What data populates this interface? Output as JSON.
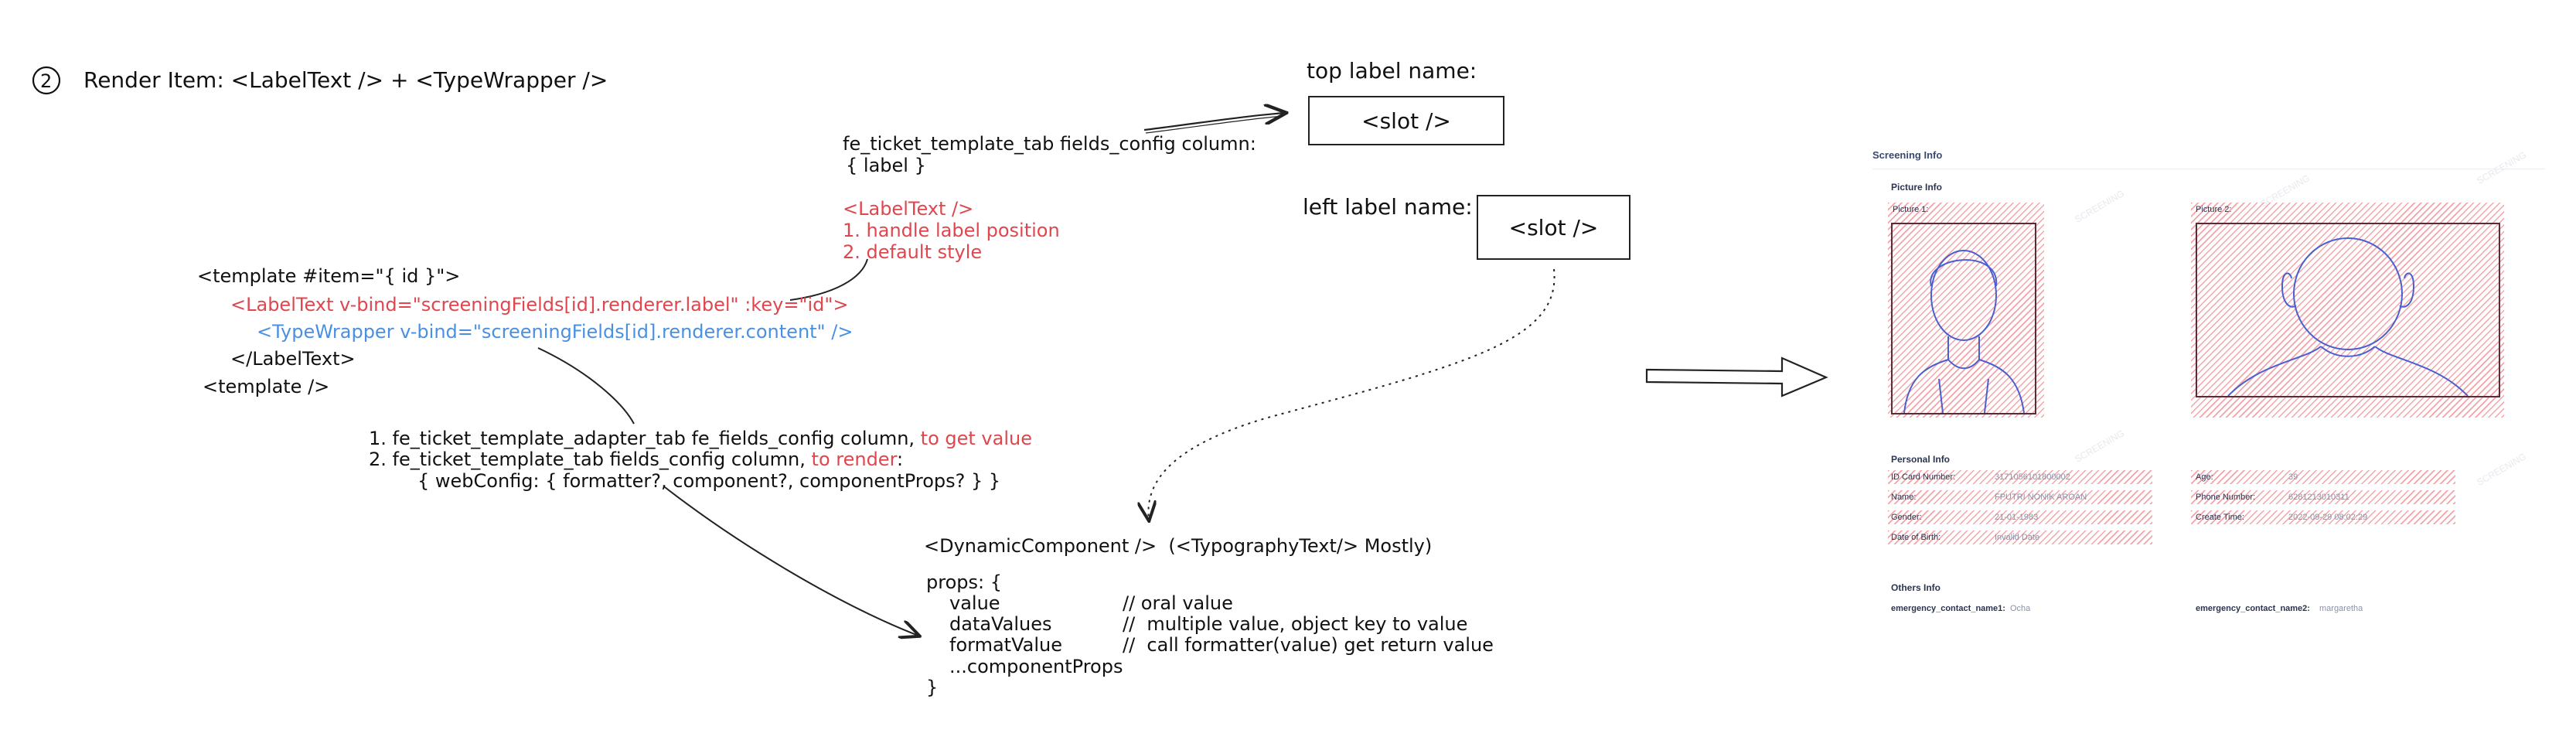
{
  "step_number": "2",
  "heading": "Render Item: <LabelText /> + <TypeWrapper />",
  "template": {
    "line1": "<template #item=\"{ id }\">",
    "line2": "<LabelText v-bind=\"screeningFields[id].renderer.label\" :key=\"id\">",
    "line3": "<TypeWrapper v-bind=\"screeningFields[id].renderer.content\" />",
    "line4": "</LabelText>",
    "line5": "<template />"
  },
  "fields_note": {
    "line1": "fe_ticket_template_tab fields_config column:",
    "line2": "{ label }"
  },
  "labeltext_note": {
    "title": "<LabelText />",
    "item1": "1. handle label position",
    "item2": "2. default style"
  },
  "top_label": {
    "caption": "top label name:",
    "slot": "<slot />"
  },
  "left_label": {
    "caption": "left label name:",
    "slot": "<slot />"
  },
  "config_note": {
    "line1_prefix": "1. fe_ticket_template_adapter_tab fe_fields_config column, ",
    "line1_red": "to get value",
    "line2_prefix": "2. fe_ticket_template_tab fields_config column, ",
    "line2_red": "to render",
    "line2_suffix": ":",
    "line3": "{ webConfig: { formatter?, component?, componentProps? } }"
  },
  "dynamic": {
    "title": "<DynamicComponent />  (<TypographyText/> Mostly)",
    "props_open": "props: {",
    "rows": [
      {
        "key": "value",
        "comment": "// oral value"
      },
      {
        "key": "dataValues",
        "comment": "//  multiple value, object key to value"
      },
      {
        "key": "formatValue",
        "comment": "//  call formatter(value) get return value"
      }
    ],
    "spread": "...componentProps",
    "close": "}"
  },
  "screenshot": {
    "section_title": "Screening Info",
    "picture_info": "Picture Info",
    "picture1": "Picture 1:",
    "picture2": "Picture 2:",
    "personal_info": "Personal Info",
    "left_fields": [
      {
        "label": "ID Card Number:",
        "value": "3171056101800002"
      },
      {
        "label": "Name:",
        "value": "FPUTRI NONIK AROAN"
      },
      {
        "label": "Gender:",
        "value": "21-01-1983"
      },
      {
        "label": "Date of Birth:",
        "value": "Invalid Date"
      }
    ],
    "right_fields": [
      {
        "label": "Age:",
        "value": "39"
      },
      {
        "label": "Phone Number:",
        "value": "6281213010311"
      },
      {
        "label": "Create Time:",
        "value": "2022-09-29 08:02:29"
      }
    ],
    "others_info": "Others Info",
    "others": [
      {
        "label": "emergency_contact_name1:",
        "value": "Ocha"
      },
      {
        "label": "emergency_contact_name2:",
        "value": "margaretha"
      }
    ]
  },
  "colors": {
    "accent_red": "#e0464e",
    "accent_blue": "#4a90e2",
    "ink": "#111111"
  }
}
